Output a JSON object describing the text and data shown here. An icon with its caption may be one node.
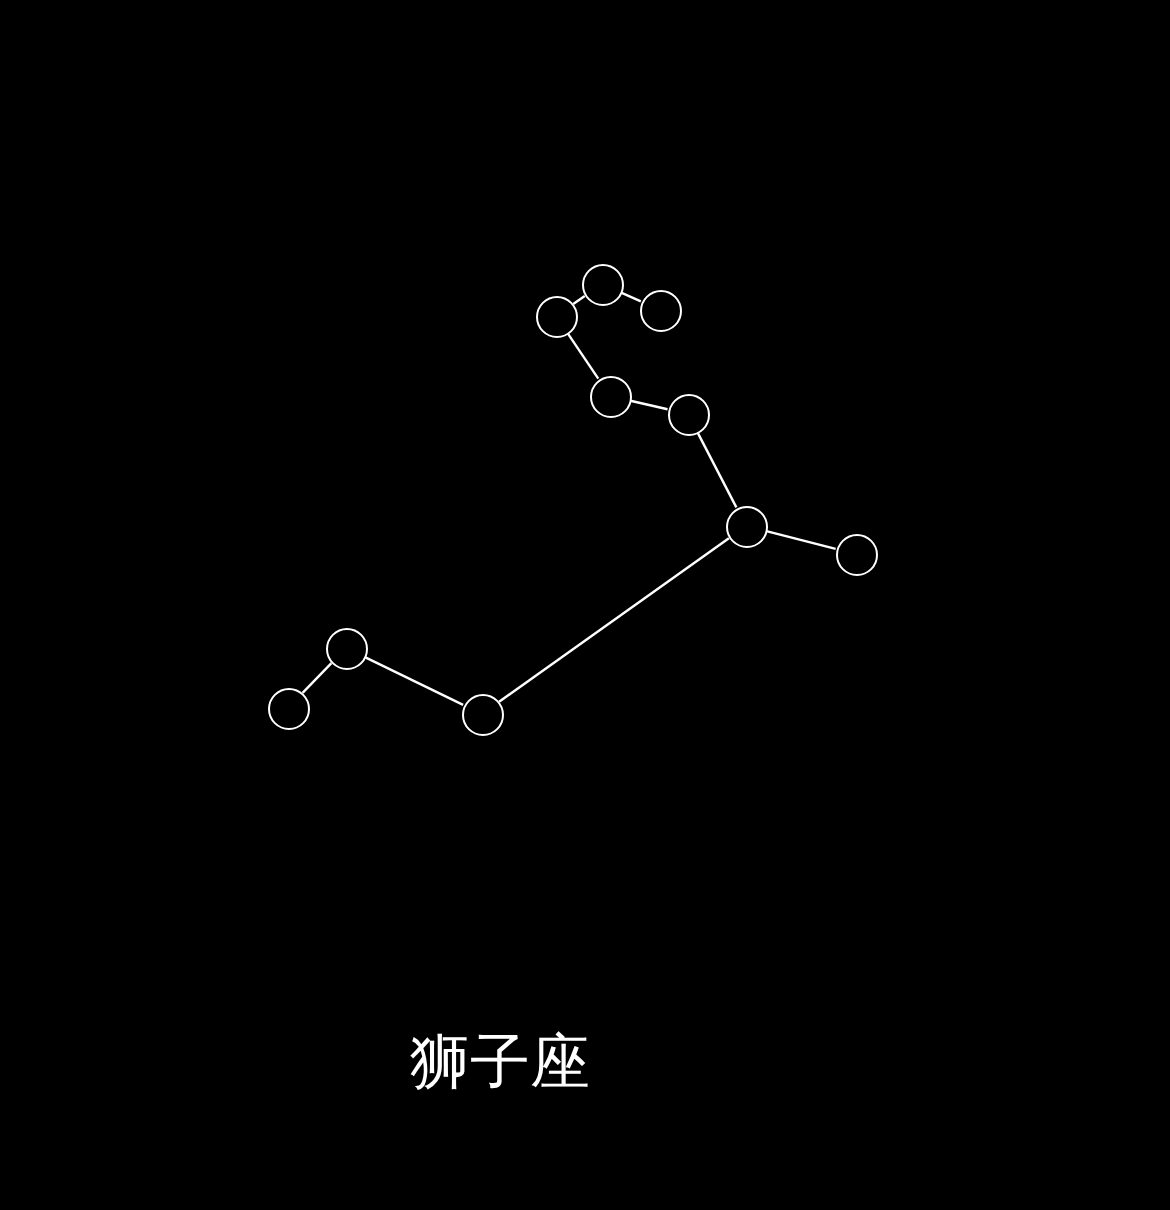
{
  "diagram": {
    "title": "狮子座",
    "nodes": [
      {
        "text": [],
        "shape": "circle"
      },
      {
        "text": [],
        "shape": "circle"
      },
      {
        "text": [],
        "shape": "circle"
      },
      {
        "text": [],
        "shape": "circle"
      },
      {
        "text": [],
        "shape": "circle"
      },
      {
        "text": [],
        "shape": "circle"
      },
      {
        "text": [],
        "shape": "circle"
      },
      {
        "text": [],
        "shape": "circle"
      },
      {
        "text": [],
        "shape": "circle"
      },
      {
        "text": [],
        "shape": "circle"
      }
    ],
    "edges": [
      {
        "from": 1,
        "to": 0,
        "arrow": "none"
      },
      {
        "from": 0,
        "to": 2,
        "arrow": "none"
      },
      {
        "from": 2,
        "to": 3,
        "arrow": "none"
      },
      {
        "from": 3,
        "to": 4,
        "arrow": "none"
      },
      {
        "from": 4,
        "to": 5,
        "arrow": "none"
      },
      {
        "from": 5,
        "to": 6,
        "arrow": "none"
      },
      {
        "from": 5,
        "to": 9,
        "arrow": "none"
      },
      {
        "from": 9,
        "to": 7,
        "arrow": "none"
      },
      {
        "from": 7,
        "to": 8,
        "arrow": "none"
      }
    ]
  }
}
